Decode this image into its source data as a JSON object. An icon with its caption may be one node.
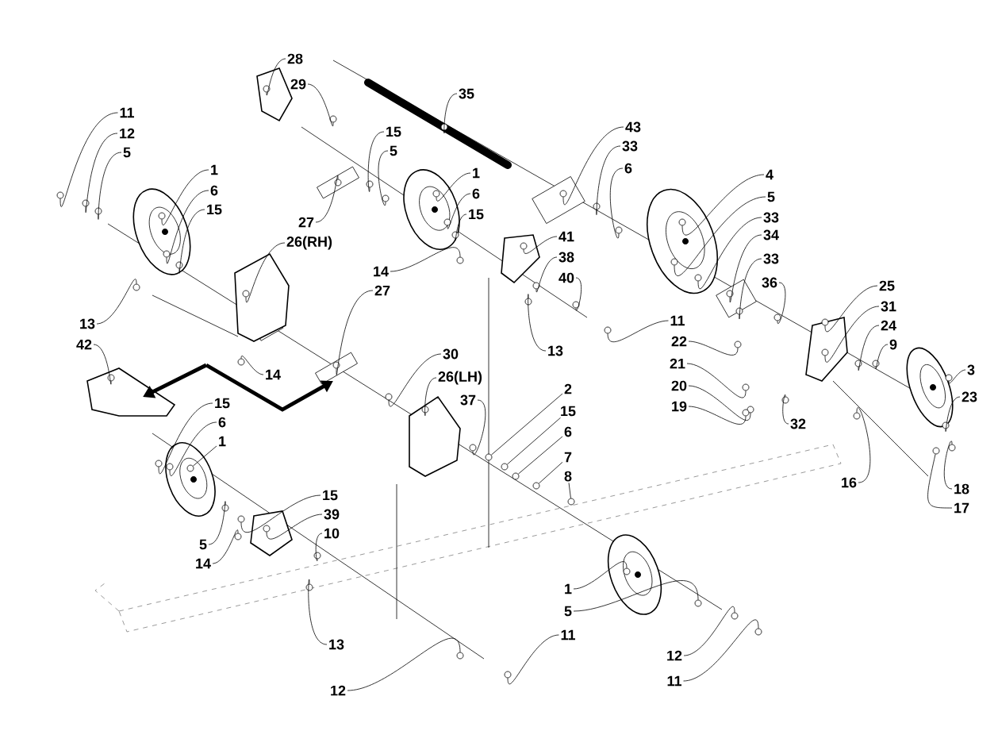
{
  "diagram": {
    "nodes": [
      {
        "text": [
          "28"
        ]
      },
      {
        "text": [
          "29"
        ]
      },
      {
        "text": [
          "35"
        ]
      },
      {
        "text": [
          "43"
        ]
      },
      {
        "text": [
          "33"
        ]
      },
      {
        "text": [
          "6"
        ]
      },
      {
        "text": [
          "11"
        ]
      },
      {
        "text": [
          "12"
        ]
      },
      {
        "text": [
          "5"
        ]
      },
      {
        "text": [
          "15"
        ]
      },
      {
        "text": [
          "5"
        ]
      },
      {
        "text": [
          "1"
        ]
      },
      {
        "text": [
          "1"
        ]
      },
      {
        "text": [
          "6"
        ]
      },
      {
        "text": [
          "6"
        ]
      },
      {
        "text": [
          "15"
        ]
      },
      {
        "text": [
          "15"
        ]
      },
      {
        "text": [
          "4"
        ]
      },
      {
        "text": [
          "5"
        ]
      },
      {
        "text": [
          "33"
        ]
      },
      {
        "text": [
          "34"
        ]
      },
      {
        "text": [
          "33"
        ]
      },
      {
        "text": [
          "36"
        ]
      },
      {
        "text": [
          "41"
        ]
      },
      {
        "text": [
          "38"
        ]
      },
      {
        "text": [
          "40"
        ]
      },
      {
        "text": [
          "27"
        ]
      },
      {
        "text": [
          "26(RH)"
        ]
      },
      {
        "text": [
          "14"
        ]
      },
      {
        "text": [
          "27"
        ]
      },
      {
        "text": [
          "13"
        ]
      },
      {
        "text": [
          "11"
        ]
      },
      {
        "text": [
          "25"
        ]
      },
      {
        "text": [
          "31"
        ]
      },
      {
        "text": [
          "24"
        ]
      },
      {
        "text": [
          "9"
        ]
      },
      {
        "text": [
          "22"
        ]
      },
      {
        "text": [
          "21"
        ]
      },
      {
        "text": [
          "13"
        ]
      },
      {
        "text": [
          "42"
        ]
      },
      {
        "text": [
          "14"
        ]
      },
      {
        "text": [
          "30"
        ]
      },
      {
        "text": [
          "26(LH)"
        ]
      },
      {
        "text": [
          "37"
        ]
      },
      {
        "text": [
          "3"
        ]
      },
      {
        "text": [
          "23"
        ]
      },
      {
        "text": [
          "20"
        ]
      },
      {
        "text": [
          "19"
        ]
      },
      {
        "text": [
          "32"
        ]
      },
      {
        "text": [
          "15"
        ]
      },
      {
        "text": [
          "6"
        ]
      },
      {
        "text": [
          "1"
        ]
      },
      {
        "text": [
          "2"
        ]
      },
      {
        "text": [
          "15"
        ]
      },
      {
        "text": [
          "6"
        ]
      },
      {
        "text": [
          "7"
        ]
      },
      {
        "text": [
          "8"
        ]
      },
      {
        "text": [
          "16"
        ]
      },
      {
        "text": [
          "18"
        ]
      },
      {
        "text": [
          "17"
        ]
      },
      {
        "text": [
          "15"
        ]
      },
      {
        "text": [
          "39"
        ]
      },
      {
        "text": [
          "10"
        ]
      },
      {
        "text": [
          "5"
        ]
      },
      {
        "text": [
          "14"
        ]
      },
      {
        "text": [
          "13"
        ]
      },
      {
        "text": [
          "1"
        ]
      },
      {
        "text": [
          "5"
        ]
      },
      {
        "text": [
          "11"
        ]
      },
      {
        "text": [
          "12"
        ]
      },
      {
        "text": [
          "12"
        ]
      },
      {
        "text": [
          "11"
        ]
      },
      {
        "text": [],
        "shape": "circle"
      },
      {
        "text": [],
        "shape": "circle"
      },
      {
        "text": [],
        "shape": "circle"
      },
      {
        "text": [],
        "shape": "circle"
      },
      {
        "text": [],
        "shape": "circle"
      },
      {
        "text": [],
        "shape": "circle"
      },
      {
        "text": [],
        "shape": "circle"
      },
      {
        "text": [],
        "shape": "circle"
      },
      {
        "text": [],
        "shape": "circle"
      },
      {
        "text": [],
        "shape": "circle"
      },
      {
        "text": [],
        "shape": "circle"
      },
      {
        "text": [],
        "shape": "circle"
      },
      {
        "text": [],
        "shape": "circle"
      },
      {
        "text": [],
        "shape": "circle"
      },
      {
        "text": [],
        "shape": "circle"
      },
      {
        "text": [],
        "shape": "circle"
      },
      {
        "text": [],
        "shape": "circle"
      },
      {
        "text": [],
        "shape": "circle"
      },
      {
        "text": [],
        "shape": "circle"
      },
      {
        "text": [],
        "shape": "circle"
      },
      {
        "text": [],
        "shape": "circle"
      },
      {
        "text": [],
        "shape": "circle"
      },
      {
        "text": [],
        "shape": "circle"
      },
      {
        "text": [],
        "shape": "circle"
      },
      {
        "text": [],
        "shape": "circle"
      },
      {
        "text": [],
        "shape": "circle"
      },
      {
        "text": [],
        "shape": "circle"
      },
      {
        "text": [],
        "shape": "circle"
      },
      {
        "text": [],
        "shape": "circle"
      },
      {
        "text": [],
        "shape": "circle"
      },
      {
        "text": [],
        "shape": "circle"
      },
      {
        "text": [],
        "shape": "circle"
      },
      {
        "text": [],
        "shape": "circle"
      },
      {
        "text": [],
        "shape": "circle"
      },
      {
        "text": [],
        "shape": "circle"
      },
      {
        "text": [],
        "shape": "circle"
      },
      {
        "text": [],
        "shape": "circle"
      },
      {
        "text": [],
        "shape": "circle"
      },
      {
        "text": [],
        "shape": "circle"
      },
      {
        "text": [],
        "shape": "circle"
      },
      {
        "text": [],
        "shape": "circle"
      },
      {
        "text": [],
        "shape": "circle"
      },
      {
        "text": [],
        "shape": "circle"
      },
      {
        "text": [],
        "shape": "circle"
      },
      {
        "text": [],
        "shape": "circle"
      },
      {
        "text": [],
        "shape": "circle"
      },
      {
        "text": [],
        "shape": "circle"
      },
      {
        "text": [],
        "shape": "circle"
      },
      {
        "text": [],
        "shape": "circle"
      },
      {
        "text": [],
        "shape": "circle"
      },
      {
        "text": [],
        "shape": "circle"
      },
      {
        "text": [],
        "shape": "circle"
      },
      {
        "text": [],
        "shape": "circle"
      },
      {
        "text": [],
        "shape": "circle"
      },
      {
        "text": [],
        "shape": "circle"
      },
      {
        "text": [],
        "shape": "circle"
      },
      {
        "text": [],
        "shape": "circle"
      },
      {
        "text": [],
        "shape": "circle"
      },
      {
        "text": [],
        "shape": "circle"
      },
      {
        "text": [],
        "shape": "circle"
      },
      {
        "text": [],
        "shape": "circle"
      },
      {
        "text": [],
        "shape": "circle"
      },
      {
        "text": [],
        "shape": "circle"
      },
      {
        "text": [],
        "shape": "circle"
      },
      {
        "text": [],
        "shape": "circle"
      },
      {
        "text": [],
        "shape": "circle"
      },
      {
        "text": [],
        "shape": "circle"
      },
      {
        "text": [],
        "shape": "circle"
      },
      {
        "text": [],
        "shape": "circle"
      },
      {
        "text": [],
        "shape": "circle"
      },
      {
        "text": [],
        "shape": "circle"
      },
      {
        "text": [],
        "shape": "circle"
      }
    ],
    "edges": [
      {
        "from": 0,
        "to": 72,
        "arrow": "none"
      },
      {
        "from": 1,
        "to": 73,
        "arrow": "none"
      },
      {
        "from": 2,
        "to": 74,
        "arrow": "none"
      },
      {
        "from": 3,
        "to": 75,
        "arrow": "none"
      },
      {
        "from": 4,
        "to": 76,
        "arrow": "none"
      },
      {
        "from": 5,
        "to": 77,
        "arrow": "none"
      },
      {
        "from": 6,
        "to": 78,
        "arrow": "none"
      },
      {
        "from": 7,
        "to": 79,
        "arrow": "none"
      },
      {
        "from": 8,
        "to": 80,
        "arrow": "none"
      },
      {
        "from": 9,
        "to": 81,
        "arrow": "none"
      },
      {
        "from": 10,
        "to": 82,
        "arrow": "none"
      },
      {
        "from": 11,
        "to": 83,
        "arrow": "none"
      },
      {
        "from": 12,
        "to": 84,
        "arrow": "none"
      },
      {
        "from": 13,
        "to": 85,
        "arrow": "none"
      },
      {
        "from": 14,
        "to": 86,
        "arrow": "none"
      },
      {
        "from": 15,
        "to": 87,
        "arrow": "none"
      },
      {
        "from": 16,
        "to": 88,
        "arrow": "none"
      },
      {
        "from": 17,
        "to": 89,
        "arrow": "none"
      },
      {
        "from": 18,
        "to": 90,
        "arrow": "none"
      },
      {
        "from": 19,
        "to": 91,
        "arrow": "none"
      },
      {
        "from": 20,
        "to": 92,
        "arrow": "none"
      },
      {
        "from": 21,
        "to": 93,
        "arrow": "none"
      },
      {
        "from": 22,
        "to": 94,
        "arrow": "none"
      },
      {
        "from": 23,
        "to": 95,
        "arrow": "none"
      },
      {
        "from": 24,
        "to": 96,
        "arrow": "none"
      },
      {
        "from": 25,
        "to": 97,
        "arrow": "none"
      },
      {
        "from": 26,
        "to": 98,
        "arrow": "none"
      },
      {
        "from": 27,
        "to": 99,
        "arrow": "none"
      },
      {
        "from": 28,
        "to": 100,
        "arrow": "none"
      },
      {
        "from": 29,
        "to": 101,
        "arrow": "none"
      },
      {
        "from": 30,
        "to": 102,
        "arrow": "none"
      },
      {
        "from": 31,
        "to": 103,
        "arrow": "none"
      },
      {
        "from": 32,
        "to": 104,
        "arrow": "none"
      },
      {
        "from": 33,
        "to": 105,
        "arrow": "none"
      },
      {
        "from": 34,
        "to": 106,
        "arrow": "none"
      },
      {
        "from": 35,
        "to": 107,
        "arrow": "none"
      },
      {
        "from": 36,
        "to": 108,
        "arrow": "none"
      },
      {
        "from": 37,
        "to": 109,
        "arrow": "none"
      },
      {
        "from": 38,
        "to": 110,
        "arrow": "none"
      },
      {
        "from": 39,
        "to": 111,
        "arrow": "none"
      },
      {
        "from": 40,
        "to": 112,
        "arrow": "none"
      },
      {
        "from": 41,
        "to": 113,
        "arrow": "none"
      },
      {
        "from": 42,
        "to": 114,
        "arrow": "none"
      },
      {
        "from": 43,
        "to": 115,
        "arrow": "none"
      },
      {
        "from": 44,
        "to": 116,
        "arrow": "none"
      },
      {
        "from": 45,
        "to": 117,
        "arrow": "none"
      },
      {
        "from": 46,
        "to": 118,
        "arrow": "none"
      },
      {
        "from": 47,
        "to": 119,
        "arrow": "none"
      },
      {
        "from": 48,
        "to": 120,
        "arrow": "none"
      },
      {
        "from": 49,
        "to": 121,
        "arrow": "none"
      },
      {
        "from": 50,
        "to": 122,
        "arrow": "none"
      },
      {
        "from": 51,
        "to": 123,
        "arrow": "none"
      },
      {
        "from": 52,
        "to": 124,
        "arrow": "none"
      },
      {
        "from": 53,
        "to": 125,
        "arrow": "none"
      },
      {
        "from": 54,
        "to": 126,
        "arrow": "none"
      },
      {
        "from": 55,
        "to": 127,
        "arrow": "none"
      },
      {
        "from": 56,
        "to": 128,
        "arrow": "none"
      },
      {
        "from": 57,
        "to": 129,
        "arrow": "none"
      },
      {
        "from": 58,
        "to": 130,
        "arrow": "none"
      },
      {
        "from": 59,
        "to": 131,
        "arrow": "none"
      },
      {
        "from": 60,
        "to": 132,
        "arrow": "none"
      },
      {
        "from": 61,
        "to": 133,
        "arrow": "none"
      },
      {
        "from": 62,
        "to": 134,
        "arrow": "none"
      },
      {
        "from": 63,
        "to": 135,
        "arrow": "none"
      },
      {
        "from": 64,
        "to": 136,
        "arrow": "none"
      },
      {
        "from": 65,
        "to": 137,
        "arrow": "none"
      },
      {
        "from": 66,
        "to": 138,
        "arrow": "none"
      },
      {
        "from": 67,
        "to": 139,
        "arrow": "none"
      },
      {
        "from": 68,
        "to": 140,
        "arrow": "none"
      },
      {
        "from": 69,
        "to": 141,
        "arrow": "none"
      },
      {
        "from": 70,
        "to": 142,
        "arrow": "none"
      },
      {
        "from": 71,
        "to": 143,
        "arrow": "none"
      }
    ]
  }
}
